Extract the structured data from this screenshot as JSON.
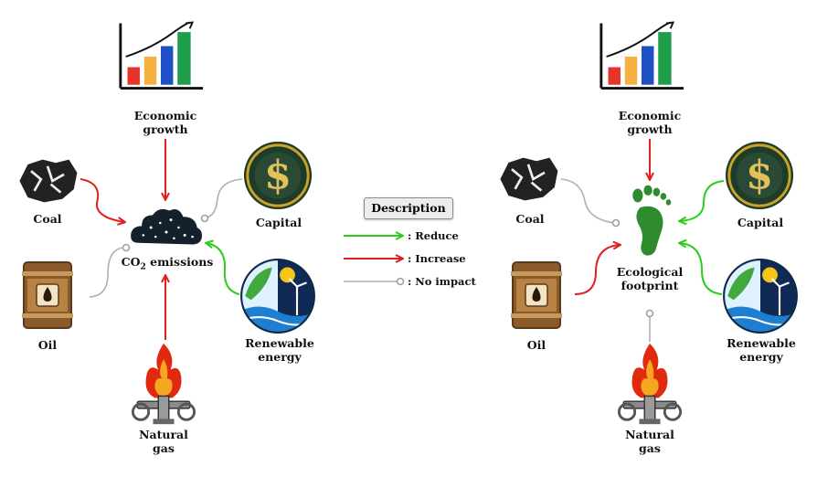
{
  "legend": {
    "title": "Description",
    "items": [
      {
        "label": ": Reduce",
        "color": "#2ecc1e"
      },
      {
        "label": ": Increase",
        "color": "#e02020"
      },
      {
        "label": ": No impact",
        "color": "#b0b0b0"
      }
    ]
  },
  "left_panel": {
    "center": {
      "label_main": "CO",
      "label_sub": "2",
      "label_rest": " emissions"
    },
    "nodes": {
      "economic_growth": {
        "line1": "Economic",
        "line2": "growth"
      },
      "coal": {
        "label": "Coal"
      },
      "oil": {
        "label": "Oil"
      },
      "natural_gas": {
        "line1": "Natural",
        "line2": "gas"
      },
      "capital": {
        "label": "Capital"
      },
      "renewable_energy": {
        "line1": "Renewable",
        "line2": "energy"
      }
    }
  },
  "right_panel": {
    "center": {
      "line1": "Ecological",
      "line2": "footprint"
    },
    "nodes": {
      "economic_growth": {
        "line1": "Economic",
        "line2": "growth"
      },
      "coal": {
        "label": "Coal"
      },
      "oil": {
        "label": "Oil"
      },
      "natural_gas": {
        "line1": "Natural",
        "line2": "gas"
      },
      "capital": {
        "label": "Capital"
      },
      "renewable_energy": {
        "line1": "Renewable",
        "line2": "energy"
      }
    }
  },
  "colors": {
    "reduce": "#2ecc1e",
    "increase": "#e02020",
    "no_impact": "#b0b0b0",
    "bar_red": "#e8332a",
    "bar_orange": "#f5b041",
    "bar_blue": "#1f4fc4",
    "bar_green": "#1e9e4a",
    "capital_gold": "#c9a227",
    "capital_dark": "#1f3b2a",
    "footprint_green": "#2e8b2e"
  }
}
